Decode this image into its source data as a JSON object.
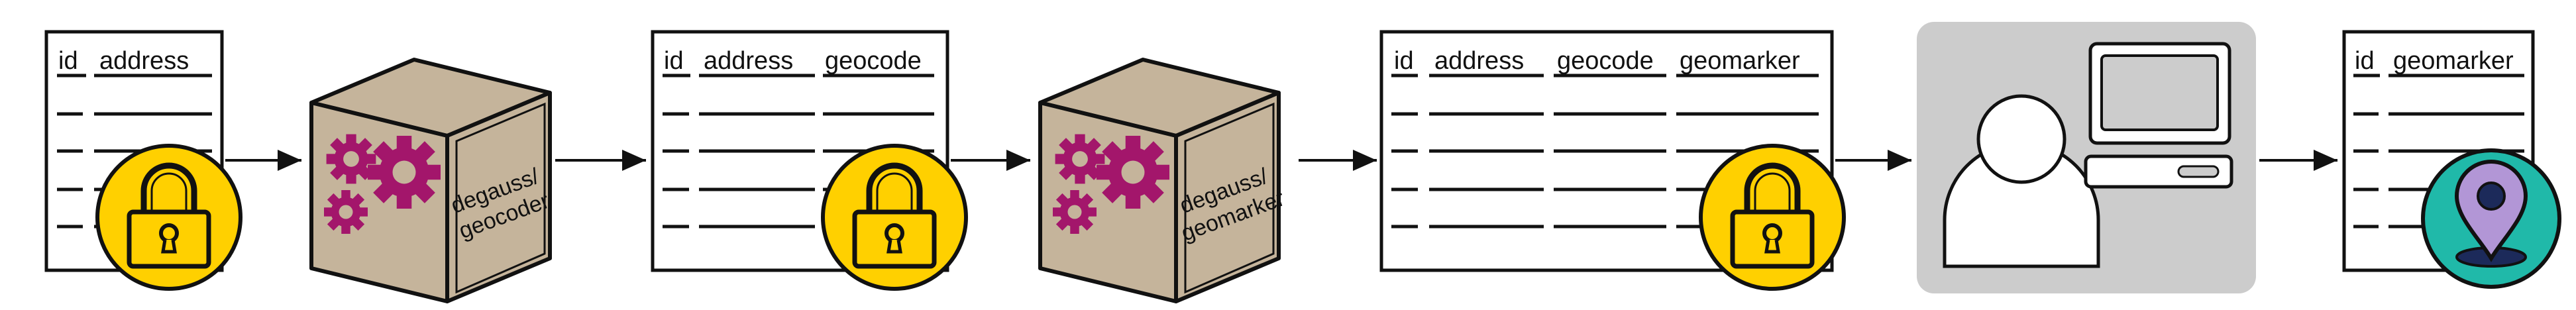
{
  "colors": {
    "stroke": "#111111",
    "lock": "#FFD000",
    "box_face": "#C5B49B",
    "gear": "#A3166B",
    "panel": "#CCCCCC",
    "location_badge": "#20B9A9",
    "pin": "#B296D6",
    "pin_dot": "#1C2A5A"
  },
  "tables": {
    "t1": {
      "headers": [
        "id",
        "address"
      ]
    },
    "t2": {
      "headers": [
        "id",
        "address",
        "geocode"
      ]
    },
    "t3": {
      "headers": [
        "id",
        "address",
        "geocode",
        "geomarker"
      ]
    },
    "t4": {
      "headers": [
        "id",
        "geomarker"
      ]
    }
  },
  "boxes": {
    "geocoder": {
      "label_line1": "degauss/",
      "label_line2": "geocoder"
    },
    "geomarker": {
      "label_line1": "degauss/",
      "label_line2": "geomarker"
    }
  },
  "icons": {
    "lock": "lock-icon",
    "gears": "gear-icon",
    "user": "user-icon",
    "computer": "computer-icon",
    "location": "location-pin-icon"
  }
}
